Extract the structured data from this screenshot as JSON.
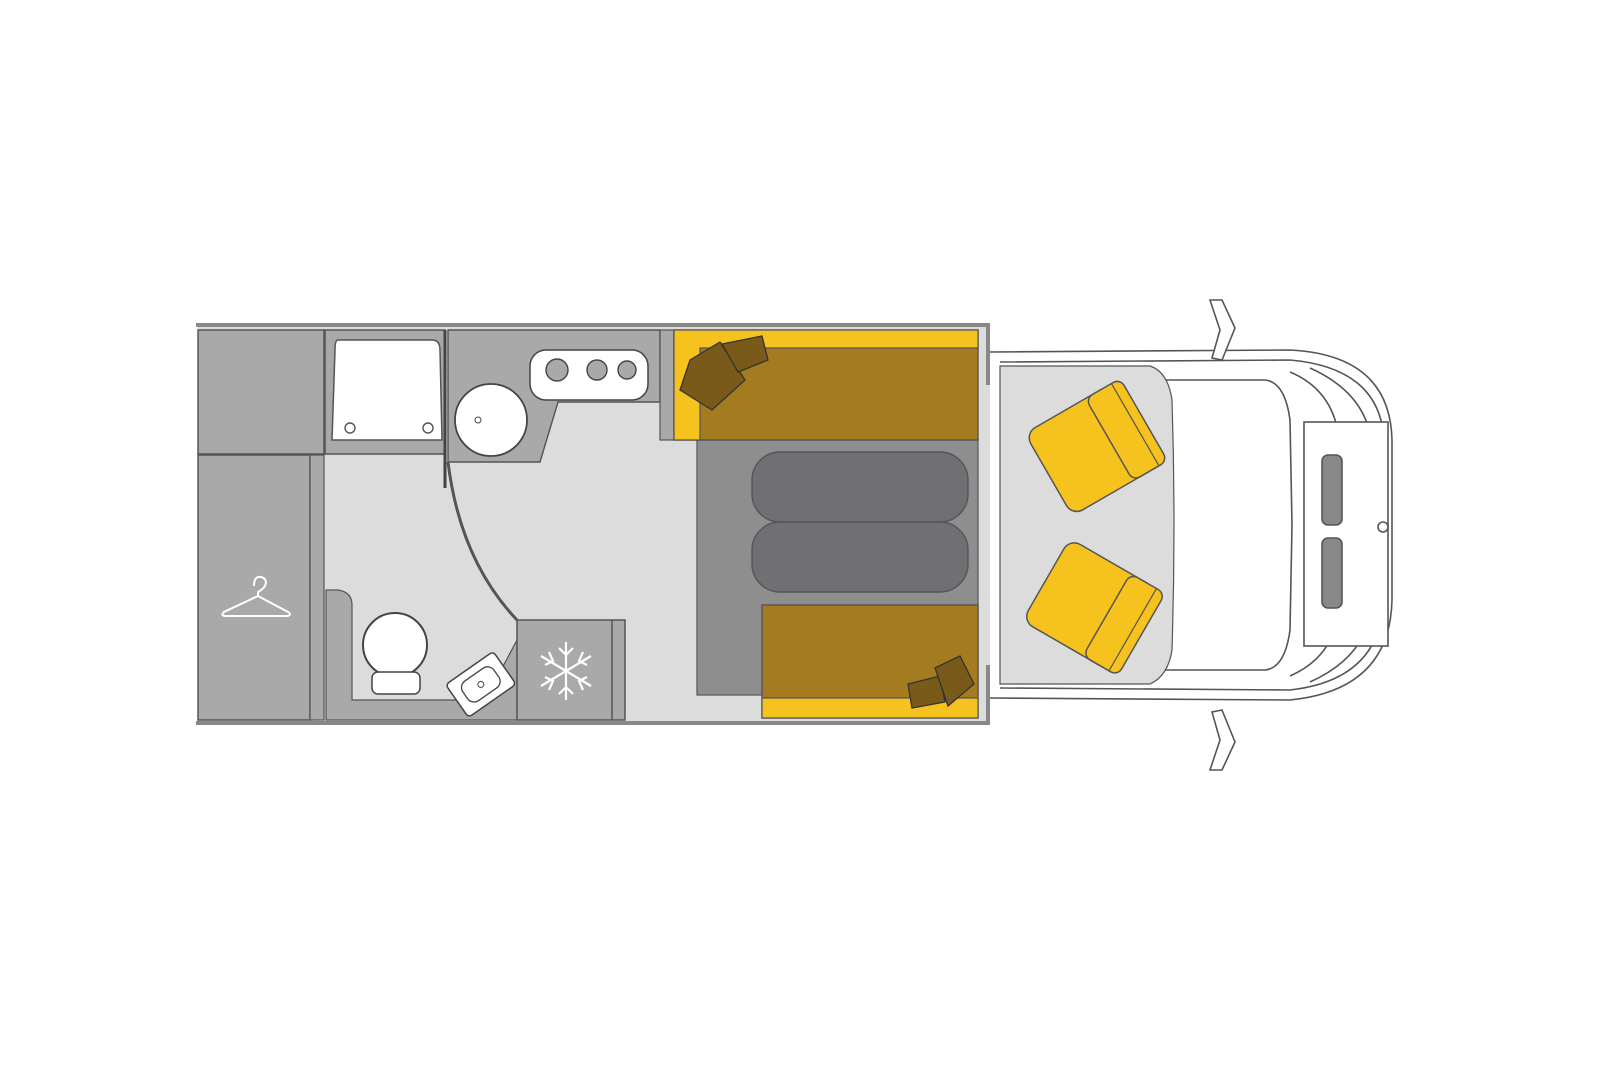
{
  "diagram": {
    "type": "motorhome-floor-plan",
    "orientation": "front-right",
    "colors": {
      "background": "#ffffff",
      "cabinet": "#a9a9a9",
      "floor": "#dcdcdc",
      "dinette_floor": "#8e8e8e",
      "table": "#707074",
      "seat_yellow": "#f6c21e",
      "bench_olive": "#a57b1f",
      "outline": "#4a4a4a",
      "fixture_white": "#ffffff"
    },
    "elements": [
      "wardrobe",
      "hanger-icon",
      "shower",
      "washroom-toilet",
      "washroom-basin",
      "kitchen-sink",
      "hob",
      "fridge",
      "snowflake-icon",
      "dinette-bench-rear",
      "dinette-bench-front",
      "dinette-table",
      "cushions",
      "cab-seat-driver",
      "cab-seat-passenger",
      "dashboard",
      "mirror-left",
      "mirror-right"
    ]
  }
}
